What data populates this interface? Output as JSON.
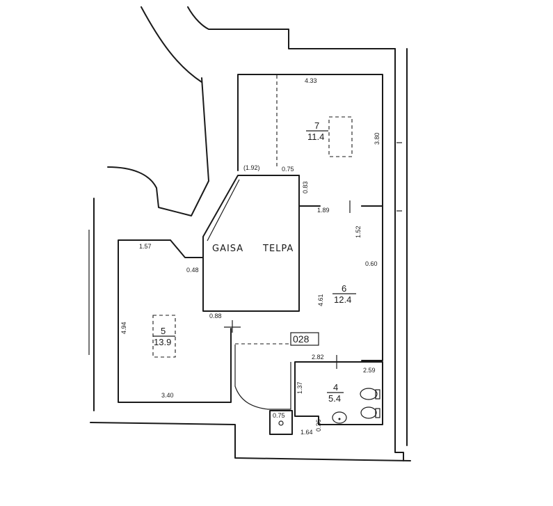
{
  "plan_id": "028",
  "corridor_labels": [
    "GAISA",
    "TELPA"
  ],
  "rooms": [
    {
      "number": "7",
      "area": "11.4"
    },
    {
      "number": "6",
      "area": "12.4"
    },
    {
      "number": "5",
      "area": "13.9"
    },
    {
      "number": "4",
      "area": "5.4"
    }
  ],
  "dimensions": {
    "r7_top": "4.33",
    "r7_right": "3.80",
    "r7_left_bottom": "(1.92)",
    "r7_bottom_a": "0.75",
    "r7_bottom_b": "0.83",
    "r6_top": "1.89",
    "r6_upper": "1.52",
    "r6_right": "0.60",
    "r6_left": "4.61",
    "r5_top": "1.57",
    "r5_corner": "0.48",
    "r5_left": "4.94",
    "r5_bottom": "3.40",
    "door_gap": "0.88",
    "r4_top": "2.82",
    "r4_right": "2.59",
    "r4_left": "1.37",
    "closet_top": "0.75",
    "closet_bottom": "1.64",
    "closet_side": "0.36"
  }
}
